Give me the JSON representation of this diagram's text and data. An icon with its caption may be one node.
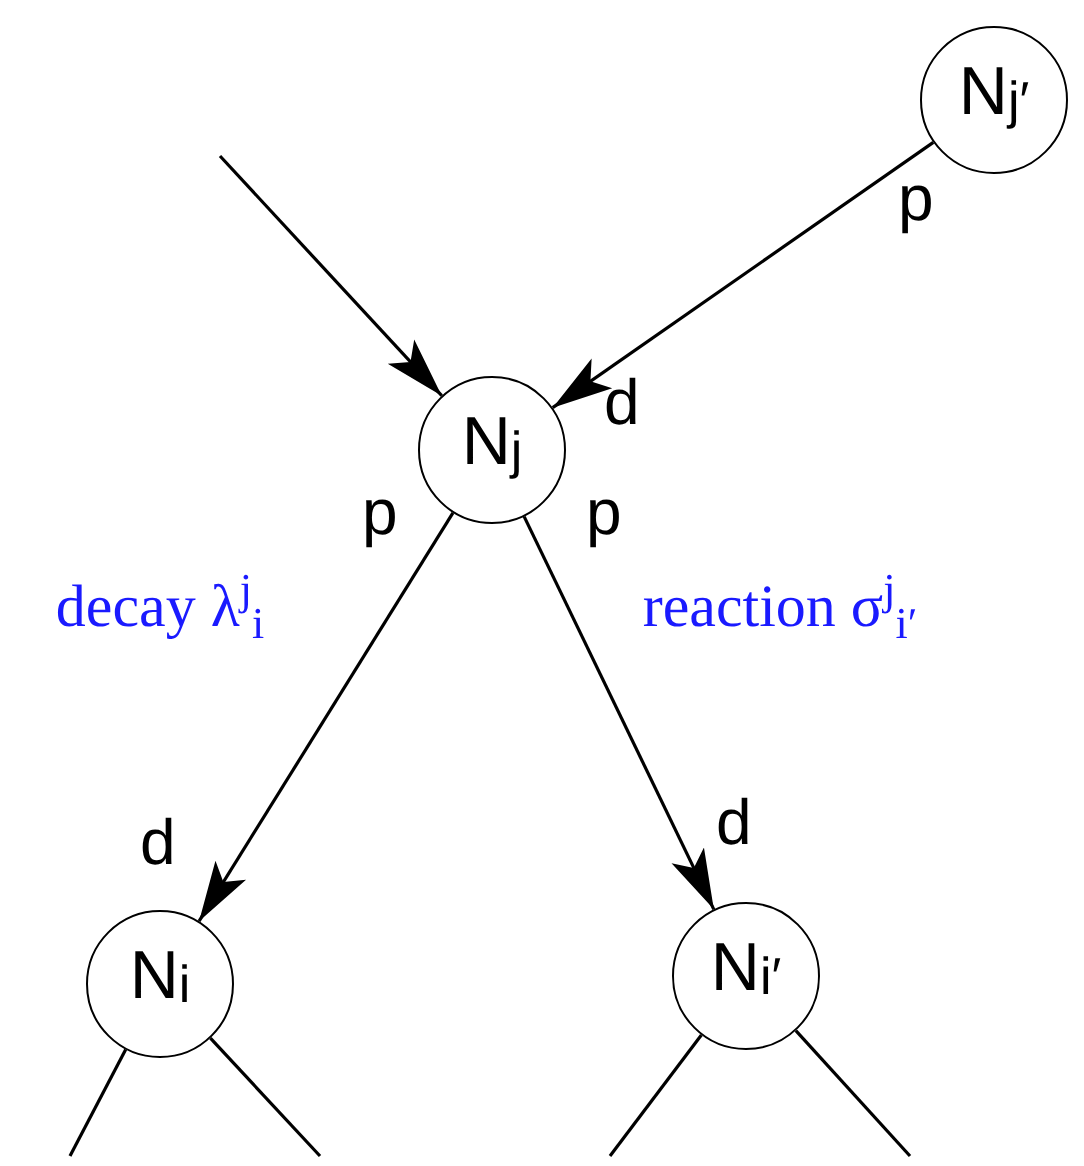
{
  "diagram": {
    "nodes": [
      {
        "text": [
          "N$_{j′}$"
        ]
      },
      {
        "text": [
          "N$_{j}$"
        ]
      },
      {
        "text": [
          "N$_{i}$"
        ]
      },
      {
        "text": [
          "N$_{i′}$"
        ]
      }
    ],
    "edges": [
      {
        "from": null,
        "to": 1,
        "arrow": "to"
      },
      {
        "from": 0,
        "to": 1,
        "arrow": "to"
      },
      {
        "from": 1,
        "to": 2,
        "arrow": "to",
        "label": "decay λ$^{j}$$_{i}$"
      },
      {
        "from": 1,
        "to": 3,
        "arrow": "to",
        "label": "reaction σ$^{j}$$_{i′}$"
      },
      {
        "from": 2,
        "to": null,
        "arrow": "none"
      },
      {
        "from": 2,
        "to": null,
        "arrow": "none"
      },
      {
        "from": 3,
        "to": null,
        "arrow": "none"
      },
      {
        "from": 3,
        "to": null,
        "arrow": "none"
      }
    ],
    "labels": [
      "p",
      "d",
      "p",
      "p",
      "d",
      "d"
    ]
  }
}
